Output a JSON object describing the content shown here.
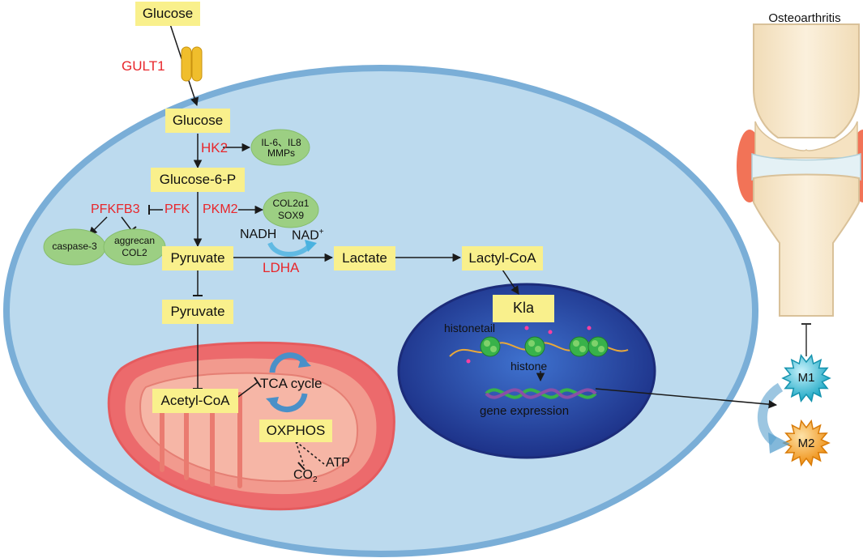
{
  "labels": {
    "glucose_top": "Glucose",
    "glut1": "GULT1",
    "glucose_in": "Glucose",
    "hk2": "HK2",
    "il6_line1": "IL-6、IL8",
    "il6_line2": "MMPs",
    "g6p": "Glucose-6-P",
    "pfkfb3": "PFKFB3",
    "pfk": "PFK",
    "pkm2": "PKM2",
    "col2a1_line1": "COL2α1",
    "col2a1_line2": "SOX9",
    "caspase": "caspase-3",
    "aggrecan_line1": "aggrecan",
    "aggrecan_line2": "COL2",
    "pyruvate_cyto": "Pyruvate",
    "nadh": "NADH",
    "nad": "NAD",
    "nad_sup": "+",
    "ldha": "LDHA",
    "lactate": "Lactate",
    "lactyl_coa": "Lactyl-CoA",
    "kla": "Kla",
    "histonetail": "histonetail",
    "histone": "histone",
    "gene_expression": "gene expression",
    "pyruvate_mito": "Pyruvate",
    "acetyl_coa": "Acetyl-CoA",
    "tca": "TCA cycle",
    "oxphos": "OXPHOS",
    "atp": "ATP",
    "co2": "CO",
    "co2_sub": "2",
    "osteoarthritis": "Osteoarthritis",
    "m1": "M1",
    "m2": "M2"
  },
  "colors": {
    "enzyme_red": "#e8262b",
    "label_box": "#f9f08c",
    "green_ellipse": "#9ccf83",
    "cell_fill": "#bcdaee",
    "cell_border": "#7aaed7",
    "nucleus": "#21399a",
    "mito_outer": "#ec6a6c",
    "m1_cyan": "#27b6cf",
    "m2_orange": "#f39a1c"
  }
}
